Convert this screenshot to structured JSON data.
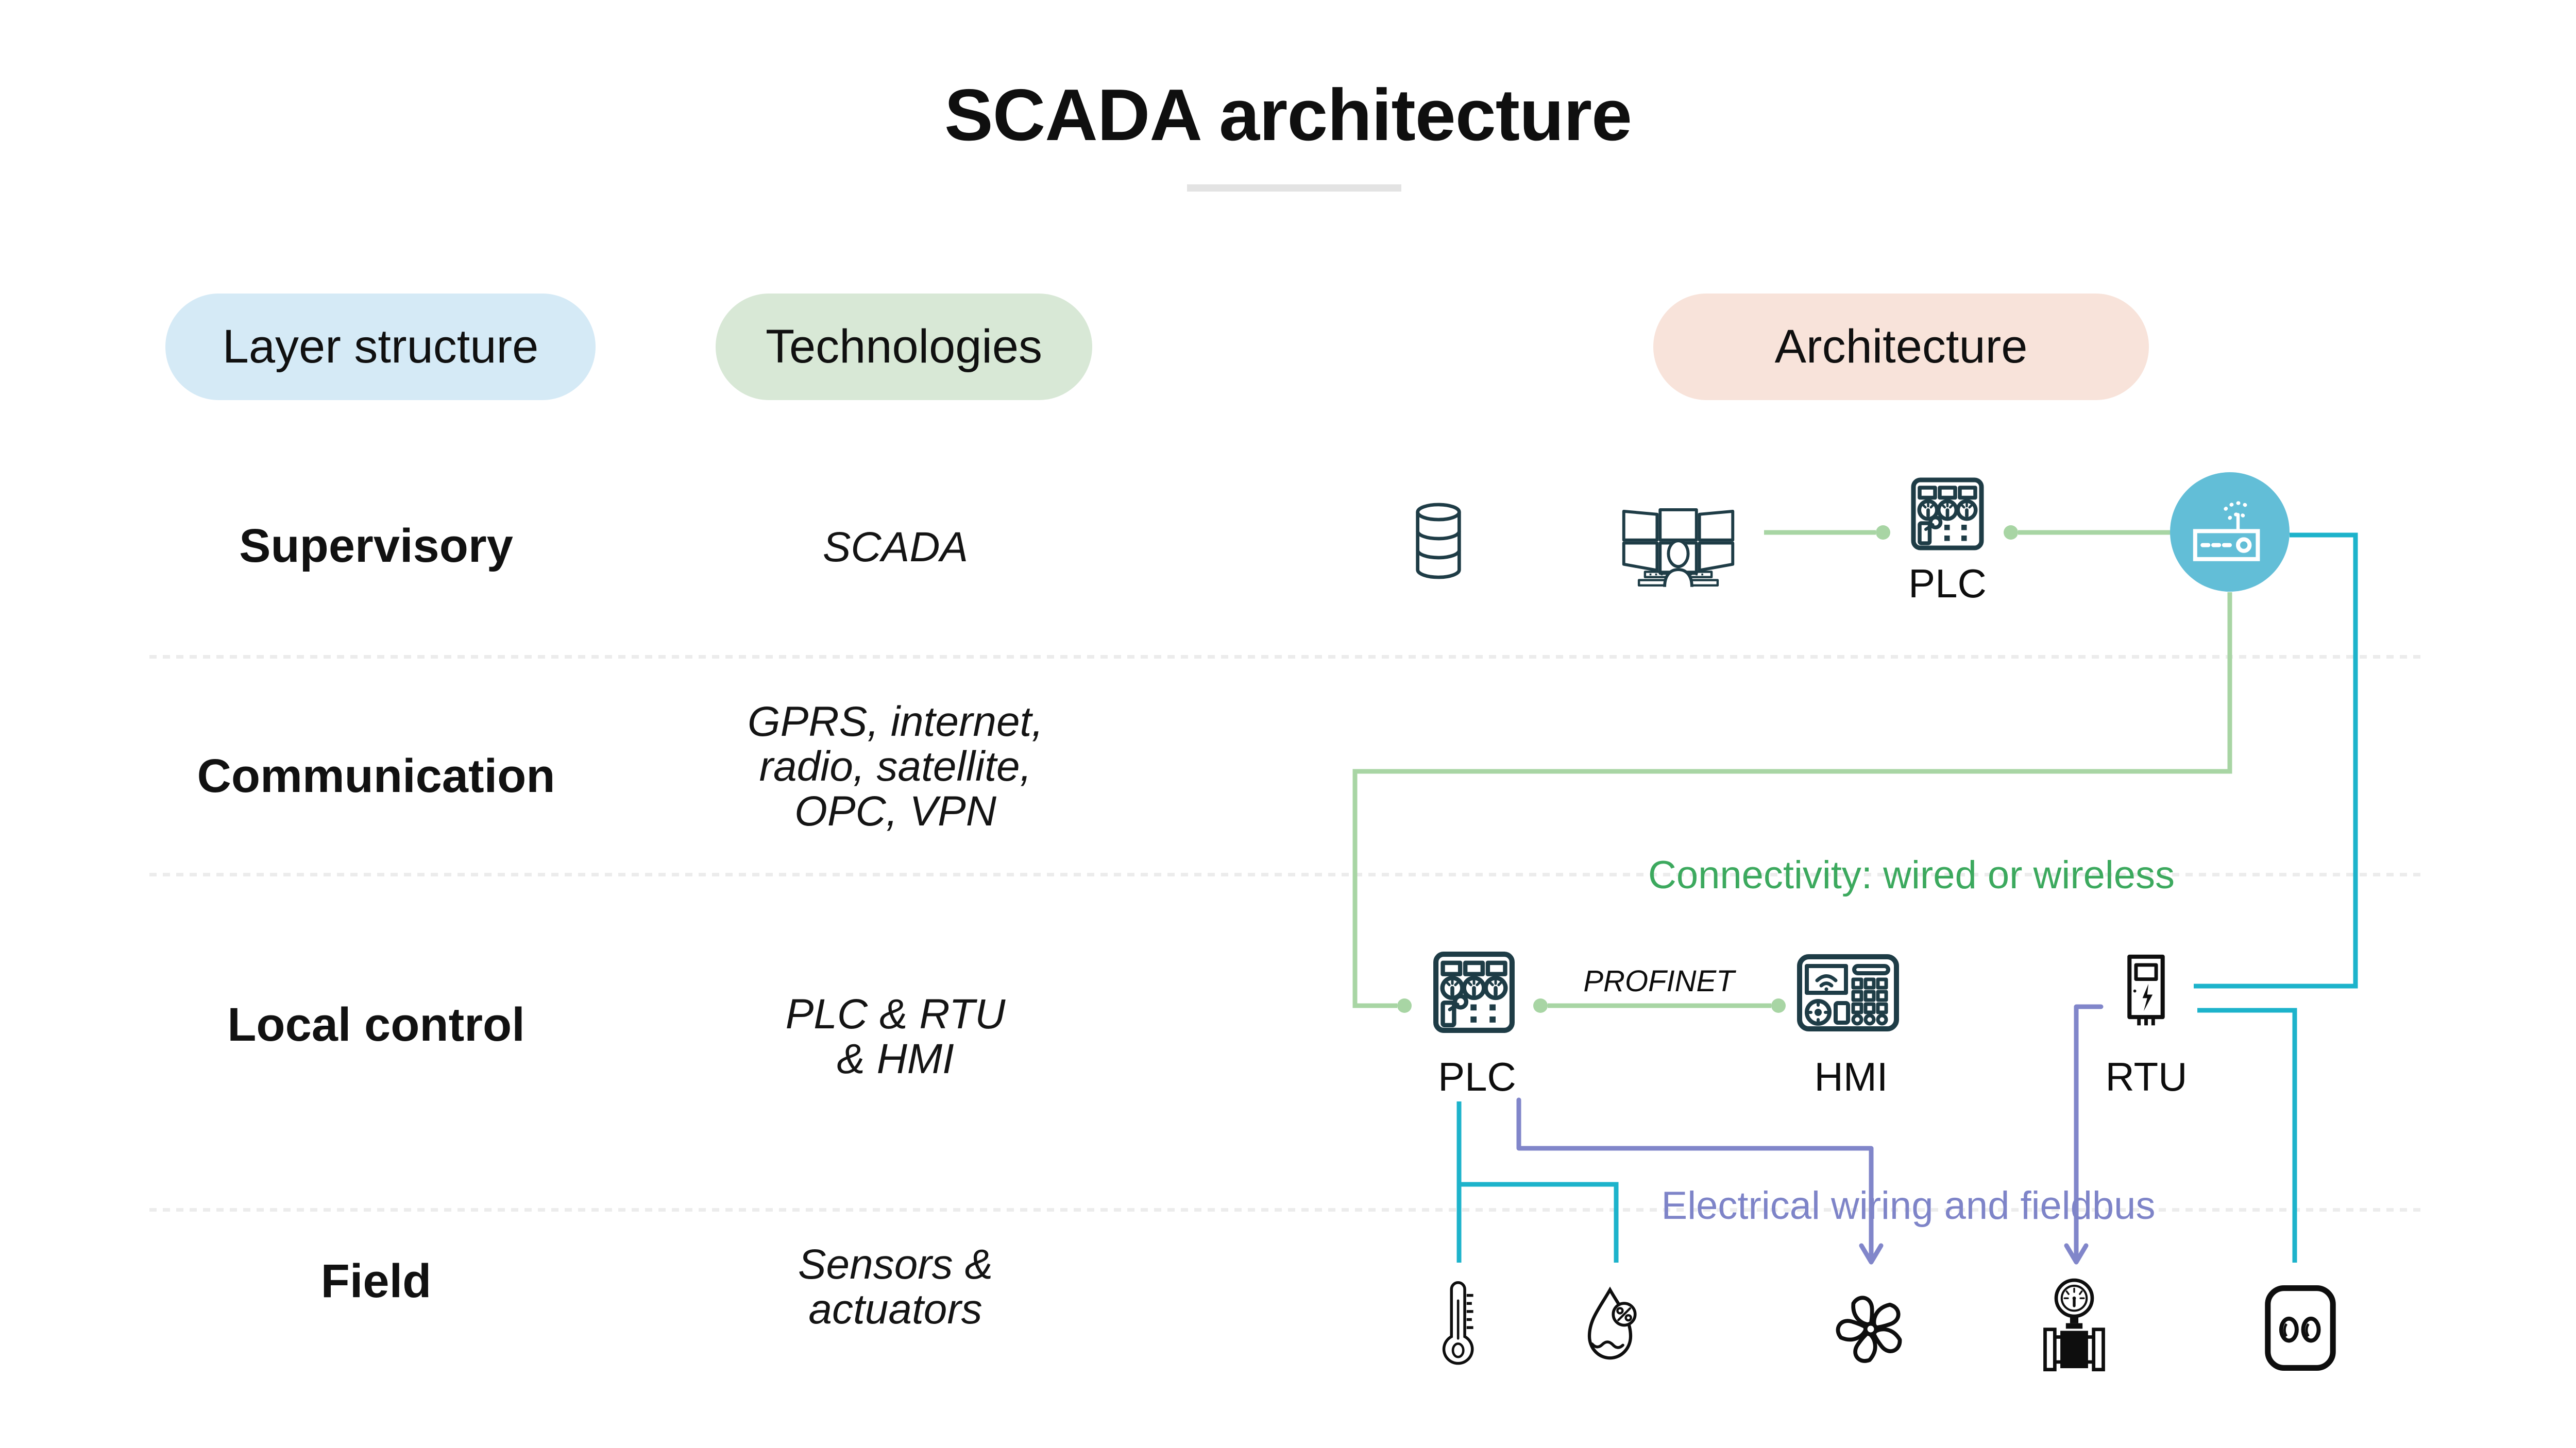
{
  "title": "SCADA architecture",
  "pills": {
    "layer_structure": "Layer structure",
    "technologies": "Technologies",
    "architecture": "Architecture"
  },
  "rows": {
    "supervisory": {
      "layer": "Supervisory",
      "tech": "SCADA"
    },
    "communication": {
      "layer": "Communication",
      "tech_lines": [
        "GPRS, internet,",
        "radio, satellite,",
        "OPC, VPN"
      ]
    },
    "local_control": {
      "layer": "Local control",
      "tech_lines": [
        "PLC & RTU",
        "& HMI"
      ]
    },
    "field": {
      "layer": "Field",
      "tech_lines": [
        "Sensors &",
        "actuators"
      ]
    }
  },
  "devices": {
    "plc_supervisory_label": "PLC",
    "plc_local_label": "PLC",
    "hmi_label": "HMI",
    "rtu_label": "RTU"
  },
  "connections": {
    "profinet_label": "PROFINET",
    "connectivity_note": "Connectivity: wired or wireless",
    "fieldbus_note": "Electrical wiring and fieldbus"
  },
  "icons": {
    "supervisory": [
      "database-icon",
      "control-room-icon",
      "plc-icon",
      "wireless-router-icon"
    ],
    "local_control": [
      "plc-icon",
      "hmi-icon",
      "rtu-icon"
    ],
    "field": [
      "thermometer-icon",
      "humidity-sensor-icon",
      "fan-icon",
      "pressure-valve-icon",
      "power-outlet-icon"
    ]
  },
  "colors": {
    "pill_layer_bg": "#d5eaf6",
    "pill_tech_bg": "#d8e8d6",
    "pill_arch_bg": "#f8e3da",
    "line_green": "#a8d5a4",
    "line_teal": "#1db3cb",
    "line_purple": "#8186ca",
    "text_green": "#3ca95e",
    "text_purple": "#7e84c8",
    "router_circle_bg": "#62bed7",
    "icon_dark": "#1e3c46",
    "icon_black": "#0e0e0e",
    "divider": "#ececec",
    "title_underline": "#e3e3e3"
  }
}
